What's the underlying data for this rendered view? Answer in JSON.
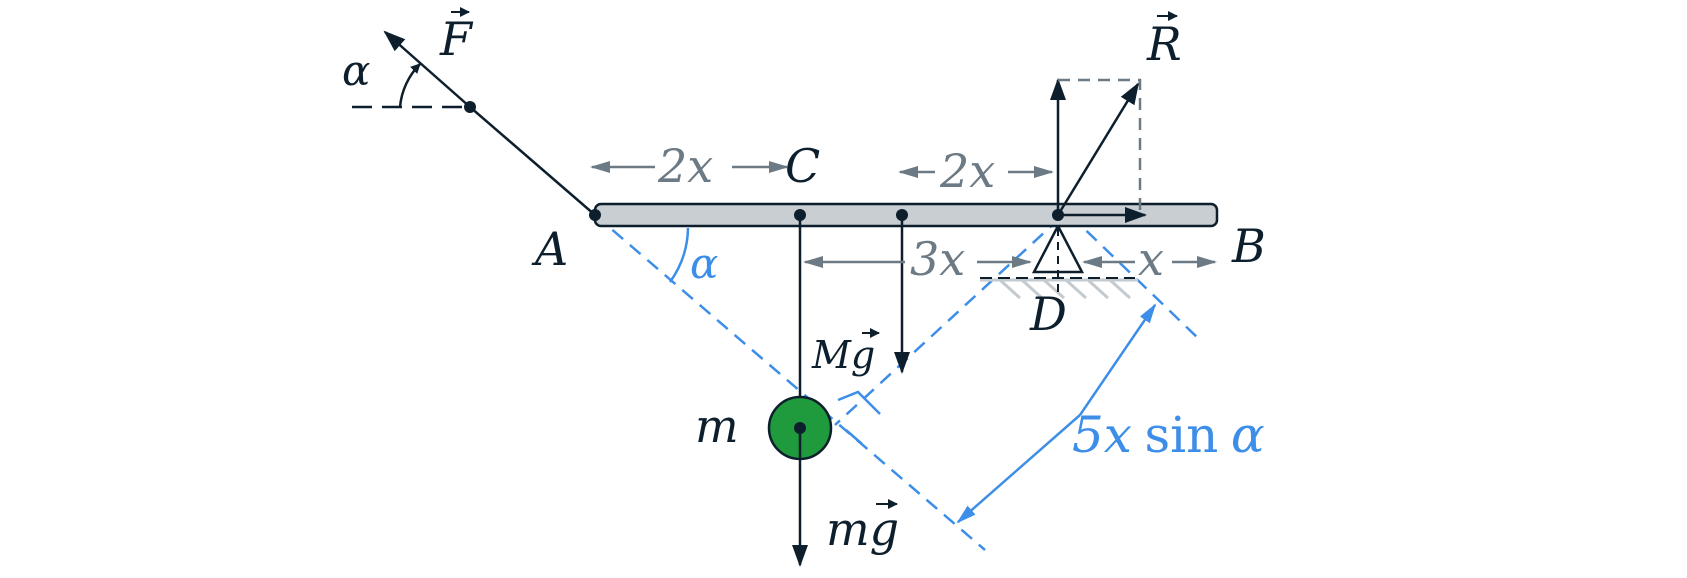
{
  "labels": {
    "point_a": "A",
    "point_b": "B",
    "point_c": "C",
    "point_d": "D",
    "force_f": "F",
    "reaction_r": "R",
    "mass_m": "m",
    "weight_beam": "M",
    "weight_beam_g": "g",
    "weight_mass": "m",
    "weight_mass_g": "g",
    "alpha_top": "α",
    "alpha_lower": "α",
    "dim_ac": "2x",
    "dim_d_left": "2x",
    "dim_3x": "3x",
    "dim_x": "x",
    "lever_arm_num": "5x",
    "lever_arm_fn": "sin",
    "lever_arm_var": "α"
  },
  "colors": {
    "ink": "#0d1f2d",
    "beam_fill": "#c9ced2",
    "dimension_gray": "#6b7a84",
    "accent_blue": "#3d8ee8",
    "mass_green": "#1f9a3c",
    "ground_hatch": "#c4cbd0",
    "box_dash": "#6b7a84"
  }
}
